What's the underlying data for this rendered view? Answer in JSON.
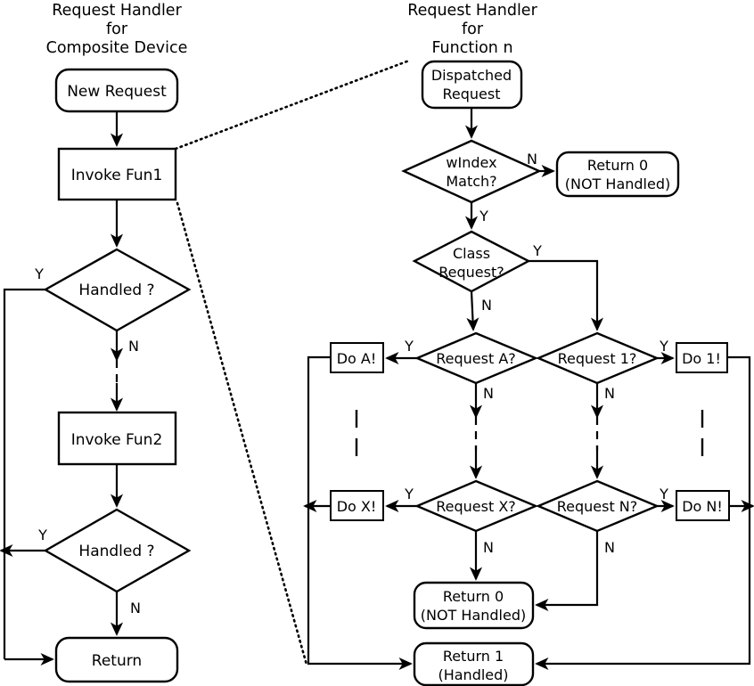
{
  "diagram": {
    "title_left": [
      "Request Handler",
      "for",
      "Composite Device"
    ],
    "title_right": [
      "Request Handler",
      "for",
      "Function n"
    ],
    "colors": {
      "stroke": "#000000",
      "fill": "#ffffff",
      "background": "#ffffff"
    }
  },
  "left_column": {
    "heading": {
      "line1": "Request Handler",
      "line2": "for",
      "line3": "Composite Device"
    },
    "nodes": {
      "new_request": "New Request",
      "invoke_fun1": "Invoke Fun1",
      "handled_1": "Handled ?",
      "invoke_fun2": "Invoke Fun2",
      "handled_2": "Handled ?",
      "return": "Return"
    },
    "branch_labels": {
      "handled1_yes": "Y",
      "handled1_no": "N",
      "handled2_yes": "Y",
      "handled2_no": "N"
    }
  },
  "right_column": {
    "heading": {
      "line1": "Request Handler",
      "line2": "for",
      "line3": "Function n"
    },
    "nodes": {
      "dispatched_request_l1": "Dispatched",
      "dispatched_request_l2": "Request",
      "windex_match_l1": "wIndex",
      "windex_match_l2": "Match?",
      "return0_top_l1": "Return 0",
      "return0_top_l2": "(NOT Handled)",
      "class_request_l1": "Class",
      "class_request_l2": "Request?",
      "request_a": "Request A?",
      "request_1": "Request 1?",
      "request_x": "Request X?",
      "request_n": "Request N?",
      "do_a": "Do A!",
      "do_1": "Do 1!",
      "do_x": "Do X!",
      "do_n": "Do N!",
      "return0_bottom_l1": "Return 0",
      "return0_bottom_l2": "(NOT Handled)",
      "return1_l1": "Return 1",
      "return1_l2": "(Handled)"
    },
    "branch_labels": {
      "windex_no": "N",
      "windex_yes": "Y",
      "class_yes": "Y",
      "class_no": "N",
      "request_a_yes": "Y",
      "request_a_no": "N",
      "request_1_yes": "Y",
      "request_1_no": "N",
      "request_x_yes": "Y",
      "request_x_no": "N",
      "request_n_yes": "Y",
      "request_n_no": "N"
    }
  },
  "chart_data": {
    "type": "diagram",
    "subtype": "flowchart",
    "panels": [
      {
        "name": "Request Handler for Composite Device",
        "nodes": [
          {
            "id": "new_request",
            "shape": "rounded-rect",
            "label": "New Request"
          },
          {
            "id": "invoke_fun1",
            "shape": "rect",
            "label": "Invoke Fun1"
          },
          {
            "id": "handled_1",
            "shape": "diamond",
            "label": "Handled ?"
          },
          {
            "id": "invoke_fun2",
            "shape": "rect",
            "label": "Invoke Fun2"
          },
          {
            "id": "handled_2",
            "shape": "diamond",
            "label": "Handled ?"
          },
          {
            "id": "return",
            "shape": "rounded-rect",
            "label": "Return"
          }
        ],
        "edges": [
          {
            "from": "new_request",
            "to": "invoke_fun1",
            "label": ""
          },
          {
            "from": "invoke_fun1",
            "to": "handled_1",
            "label": ""
          },
          {
            "from": "handled_1",
            "to": "return",
            "label": "Y"
          },
          {
            "from": "handled_1",
            "to": "invoke_fun2",
            "label": "N",
            "style": "dashed"
          },
          {
            "from": "invoke_fun2",
            "to": "handled_2",
            "label": ""
          },
          {
            "from": "handled_2",
            "to": "return",
            "label": "Y"
          },
          {
            "from": "handled_2",
            "to": "return",
            "label": "N"
          }
        ]
      },
      {
        "name": "Request Handler for Function n",
        "nodes": [
          {
            "id": "dispatched_request",
            "shape": "rounded-rect",
            "label": "Dispatched Request"
          },
          {
            "id": "windex_match",
            "shape": "diamond",
            "label": "wIndex Match?"
          },
          {
            "id": "return0_top",
            "shape": "rounded-rect",
            "label": "Return 0 (NOT Handled)"
          },
          {
            "id": "class_request",
            "shape": "diamond",
            "label": "Class Request?"
          },
          {
            "id": "request_a",
            "shape": "diamond",
            "label": "Request A?"
          },
          {
            "id": "request_1",
            "shape": "diamond",
            "label": "Request 1?"
          },
          {
            "id": "request_x",
            "shape": "diamond",
            "label": "Request X?"
          },
          {
            "id": "request_n",
            "shape": "diamond",
            "label": "Request N?"
          },
          {
            "id": "do_a",
            "shape": "rect",
            "label": "Do A!"
          },
          {
            "id": "do_1",
            "shape": "rect",
            "label": "Do 1!"
          },
          {
            "id": "do_x",
            "shape": "rect",
            "label": "Do X!"
          },
          {
            "id": "do_n",
            "shape": "rect",
            "label": "Do N!"
          },
          {
            "id": "return0_bottom",
            "shape": "rounded-rect",
            "label": "Return 0 (NOT Handled)"
          },
          {
            "id": "return1",
            "shape": "rounded-rect",
            "label": "Return 1 (Handled)"
          }
        ],
        "edges": [
          {
            "from": "dispatched_request",
            "to": "windex_match",
            "label": ""
          },
          {
            "from": "windex_match",
            "to": "return0_top",
            "label": "N"
          },
          {
            "from": "windex_match",
            "to": "class_request",
            "label": "Y"
          },
          {
            "from": "class_request",
            "to": "request_1",
            "label": "Y"
          },
          {
            "from": "class_request",
            "to": "request_a",
            "label": "N"
          },
          {
            "from": "request_a",
            "to": "do_a",
            "label": "Y"
          },
          {
            "from": "request_a",
            "to": "request_x",
            "label": "N",
            "style": "dashed"
          },
          {
            "from": "request_1",
            "to": "do_1",
            "label": "Y"
          },
          {
            "from": "request_1",
            "to": "request_n",
            "label": "N",
            "style": "dashed"
          },
          {
            "from": "request_x",
            "to": "do_x",
            "label": "Y"
          },
          {
            "from": "request_x",
            "to": "return0_bottom",
            "label": "N"
          },
          {
            "from": "request_n",
            "to": "do_n",
            "label": "Y"
          },
          {
            "from": "request_n",
            "to": "return0_bottom",
            "label": "N"
          },
          {
            "from": "do_a",
            "to": "return1",
            "label": ""
          },
          {
            "from": "do_x",
            "to": "return1",
            "label": ""
          },
          {
            "from": "do_1",
            "to": "return1",
            "label": ""
          },
          {
            "from": "do_n",
            "to": "return1",
            "label": ""
          }
        ]
      }
    ],
    "callout": {
      "from": "invoke_fun1",
      "to_panel": "Request Handler for Function n",
      "style": "dotted expansion lines"
    }
  }
}
